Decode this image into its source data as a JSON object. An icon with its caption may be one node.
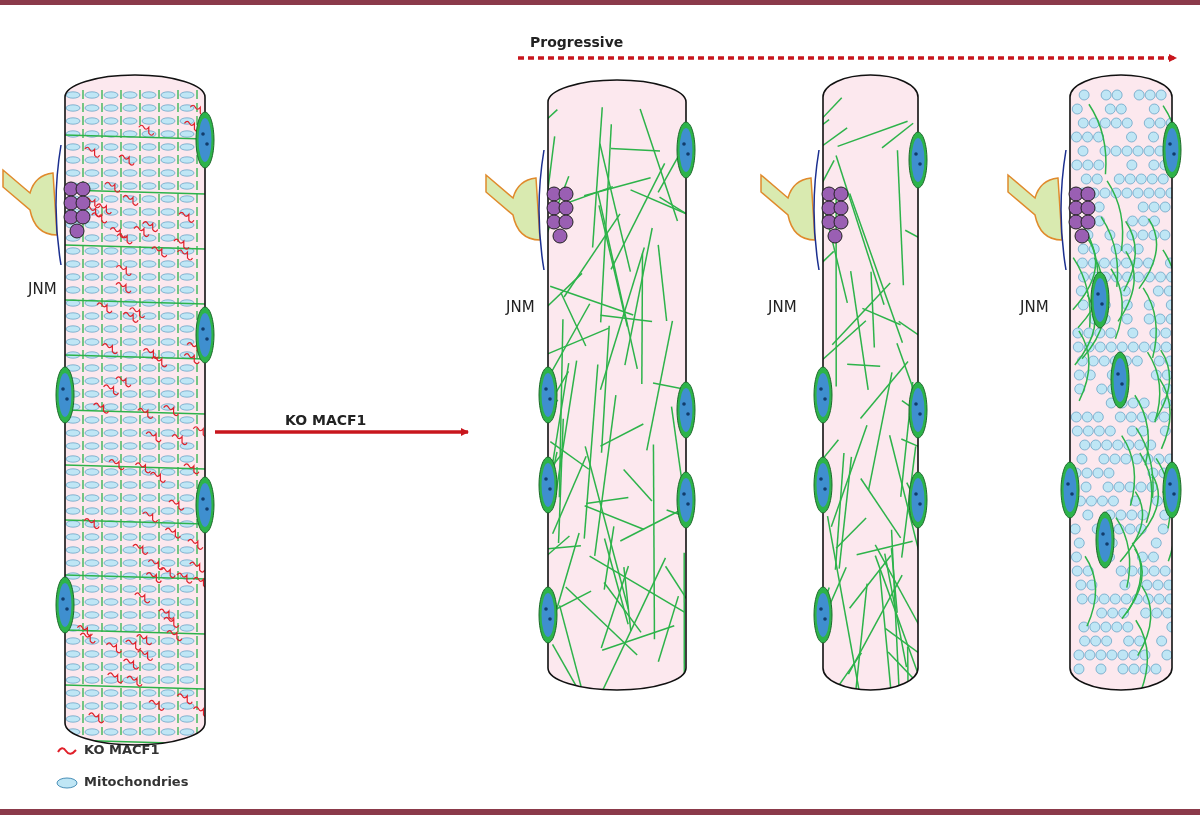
{
  "diagram": {
    "nodes": [
      {
        "text": [],
        "shape": "picture"
      },
      {
        "text": [],
        "shape": "picture"
      },
      {
        "text": [],
        "shape": "picture"
      },
      {
        "text": [],
        "shape": "picture"
      }
    ],
    "labels": [
      "JNM",
      "JNM",
      "JNM",
      "JNM"
    ],
    "edges": [
      {
        "from": 0,
        "to": 1,
        "arrow": "to",
        "label": "KO MACF1"
      },
      {
        "from": 1,
        "to": 3,
        "arrow": "to",
        "label": "Progressive",
        "style": "dashed"
      }
    ],
    "legend": [
      {
        "text": "KO MACF1"
      },
      {
        "text": "Mitochondries",
        "color": "#bfe6f5"
      }
    ]
  }
}
